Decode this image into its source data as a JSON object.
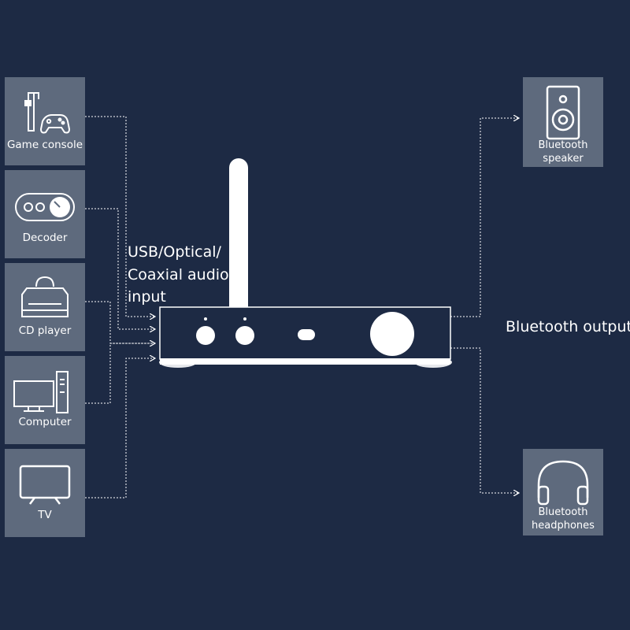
{
  "inputs": {
    "devices": [
      {
        "label": "Game console",
        "icon": "game-console-icon"
      },
      {
        "label": "Decoder",
        "icon": "decoder-icon"
      },
      {
        "label": "CD player",
        "icon": "cd-player-icon"
      },
      {
        "label": "Computer",
        "icon": "computer-icon"
      },
      {
        "label": "TV",
        "icon": "tv-icon"
      }
    ],
    "connection_label": "USB/Optical/ Coaxial audio input"
  },
  "outputs": {
    "devices": [
      {
        "label": "Bluetooth speaker",
        "icon": "speaker-icon"
      },
      {
        "label": "Bluetooth headphones",
        "icon": "headphones-icon"
      }
    ],
    "connection_label": "Bluetooth output"
  },
  "colors": {
    "background": "#1d2a44",
    "device_box": "#5e6a7d",
    "line": "#ffffff"
  }
}
